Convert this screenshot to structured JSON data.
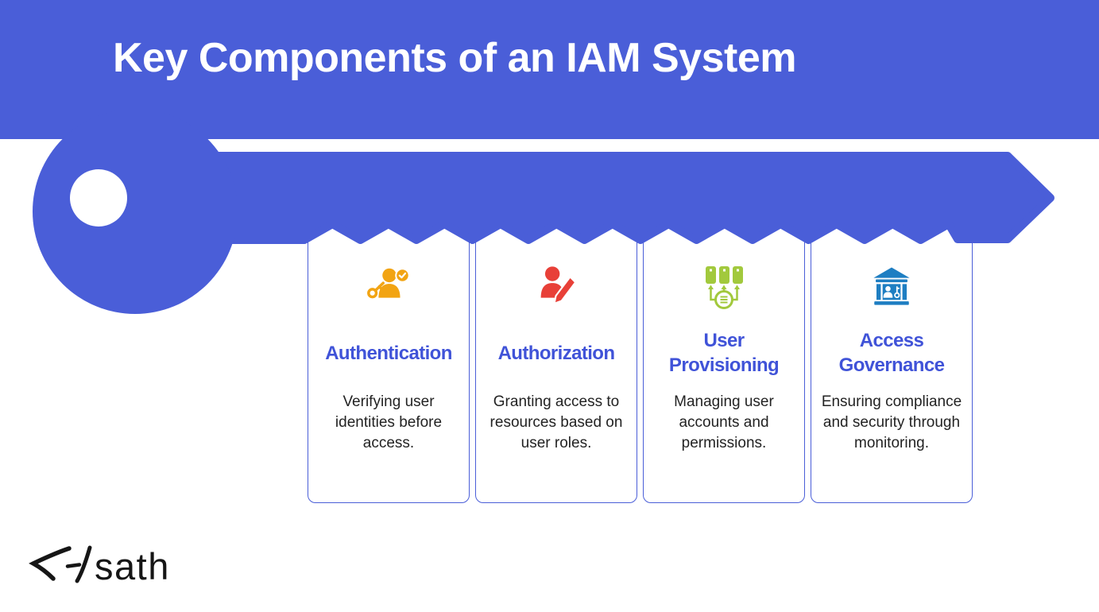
{
  "header": {
    "title": "Key Components of an IAM System"
  },
  "cards": [
    {
      "icon": "user-key-check-icon",
      "icon_color": "#F2A413",
      "title": "Authentication",
      "description": "Verifying user identities before access."
    },
    {
      "icon": "user-pen-icon",
      "icon_color": "#E84038",
      "title": "Authorization",
      "description": "Granting access to resources based on user roles."
    },
    {
      "icon": "provisioning-servers-icon",
      "icon_color": "#A2C93D",
      "title": "User Provisioning",
      "description": "Managing user accounts and permissions."
    },
    {
      "icon": "bank-building-icon",
      "icon_color": "#1E7EC2",
      "title": "Access Governance",
      "description": "Ensuring compliance and security through monitoring."
    }
  ],
  "footer": {
    "logo_text": "sath"
  },
  "colors": {
    "brand_blue": "#4A5ED8",
    "card_border_blue": "#4A5ED8",
    "card_title_blue": "#4053D8",
    "body_text": "#232323",
    "authentication_icon": "#F2A413",
    "authorization_icon": "#E84038",
    "user_provisioning_icon": "#A2C93D",
    "access_governance_icon": "#1E7EC2",
    "background": "#FFFFFF"
  }
}
